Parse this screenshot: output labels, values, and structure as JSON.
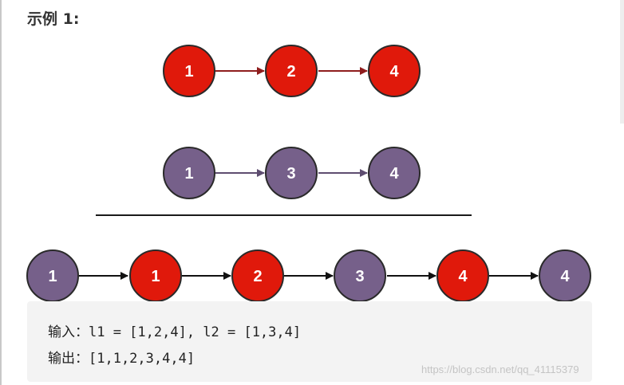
{
  "heading": "示例 1:",
  "colors": {
    "red": "#e0190b",
    "purple": "#76608a",
    "red_edge": "#8f1d1d",
    "purple_edge": "#5e4d70",
    "black_edge": "#111111"
  },
  "list1": {
    "color": "red",
    "values": [
      "1",
      "2",
      "4"
    ]
  },
  "list2": {
    "color": "purple",
    "values": [
      "1",
      "3",
      "4"
    ]
  },
  "merged": {
    "values": [
      "1",
      "1",
      "2",
      "3",
      "4",
      "4"
    ],
    "colors": [
      "purple",
      "red",
      "red",
      "purple",
      "red",
      "purple"
    ]
  },
  "example": {
    "input": "输入：l1 = [1,2,4], l2 = [1,3,4]",
    "output": "输出：[1,1,2,3,4,4]"
  },
  "watermark": "https://blog.csdn.net/qq_41115379"
}
